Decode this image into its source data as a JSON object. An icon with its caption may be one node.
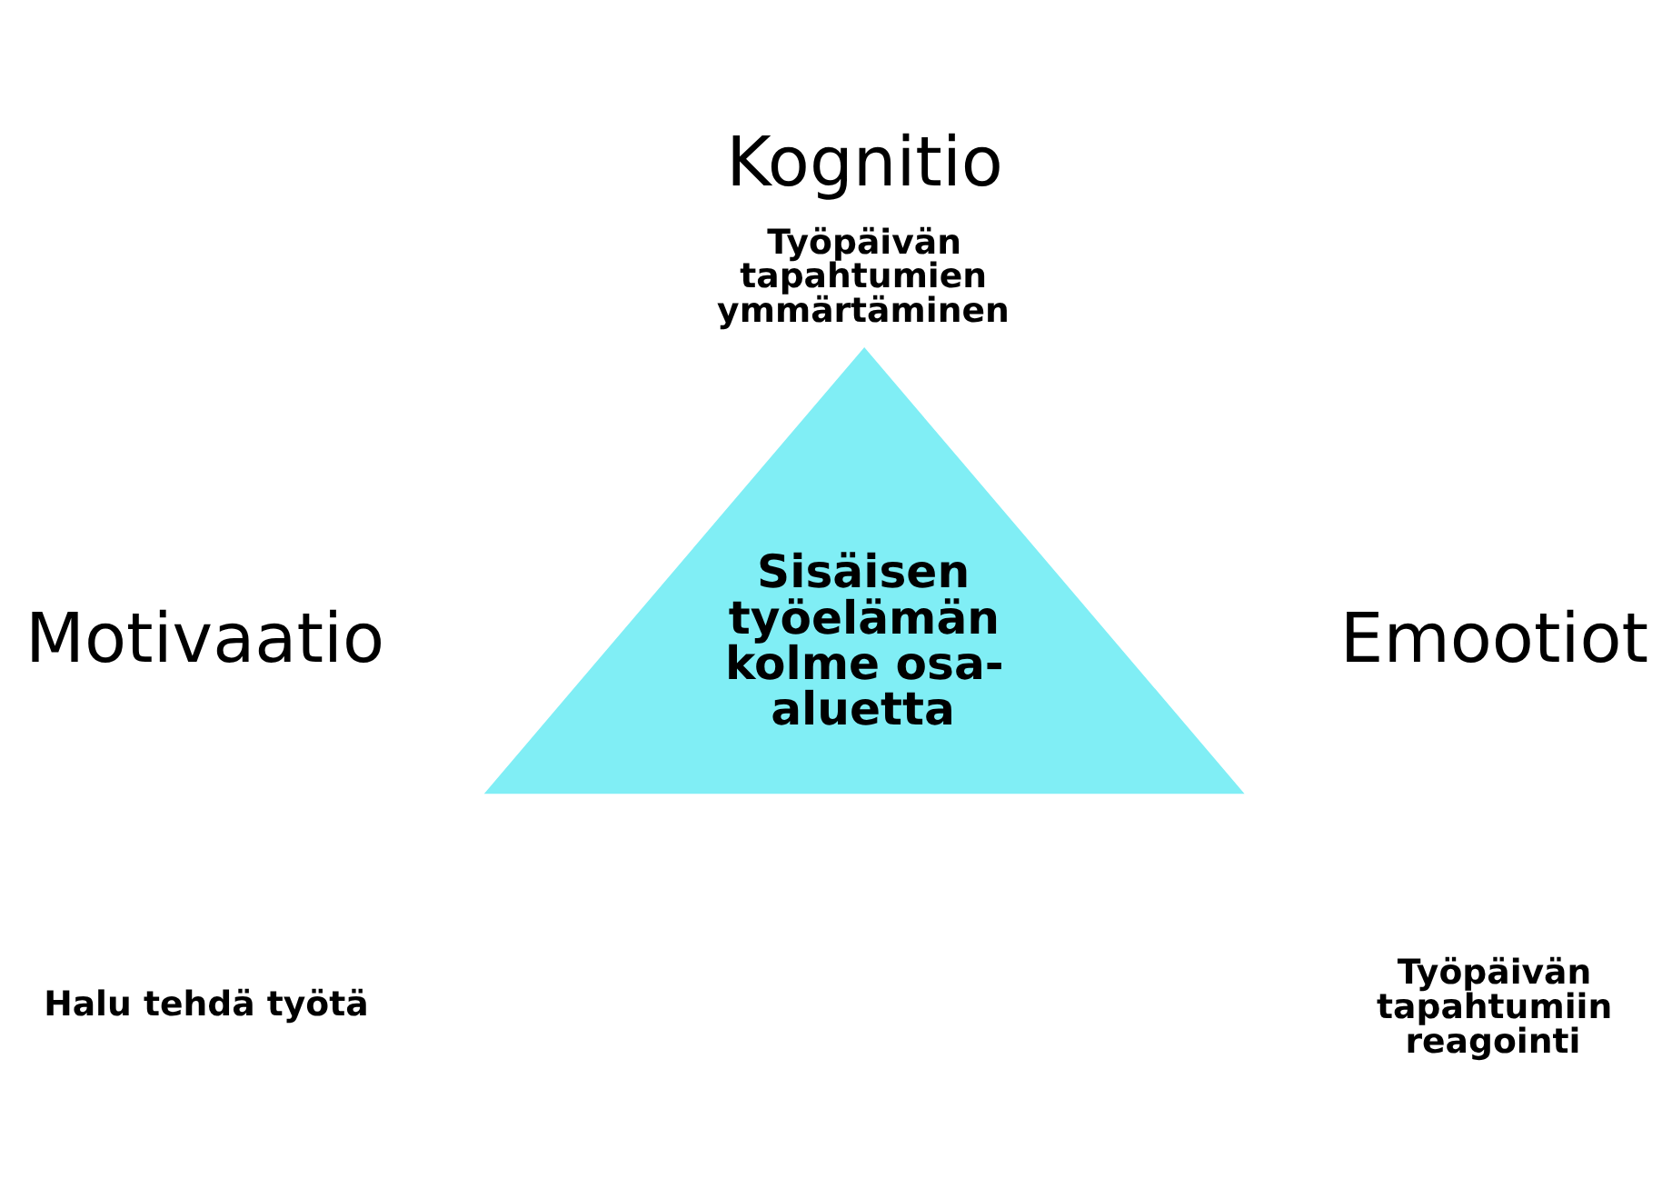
{
  "diagram": {
    "nodes": [
      {
        "text": [
          "Sisäisen työelämän kolme osa-aluetta"
        ]
      }
    ],
    "labels": [
      "Kognitio",
      "Työpäivän tapahtumien ymmärtäminen",
      "Motivaatio",
      "Halu tehdä työtä",
      "Emootiot",
      "Työpäivän tapahtumiin reagointi"
    ]
  }
}
